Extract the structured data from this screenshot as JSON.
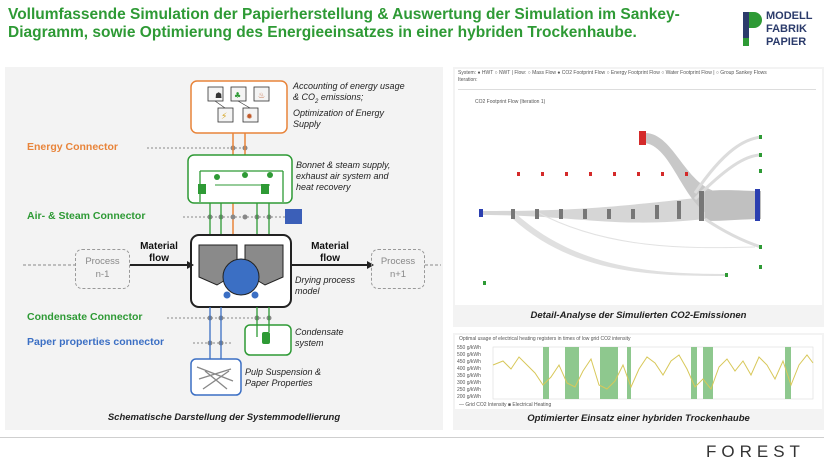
{
  "title": {
    "line1": "Vollumfassende Simulation der Papierherstellung & Auswertung der Simulation im Sankey-",
    "line2": "Diagramm, sowie Optimierung des Energieeinsatzes in einer hybriden Trockenhaube."
  },
  "logo": {
    "line1": "MODELL",
    "line2": "FABRIK",
    "line3": "PAPIER"
  },
  "left_panel": {
    "caption": "Schematische Darstellung der Systemmodellierung",
    "energy_connector": "Energy Connector",
    "air_steam_connector": "Air- & Steam Connector",
    "condensate_connector": "Condensate Connector",
    "paper_properties_connector": "Paper properties connector",
    "note_energy": {
      "l1": "Accounting of energy usage",
      "l2": "& CO",
      "l2_sub": "2",
      "l2_rest": " emissions;",
      "l3": "Optimization of Energy",
      "l4": "Supply"
    },
    "note_bonnet": {
      "l1": "Bonnet & steam supply,",
      "l2": "exhaust air system and",
      "l3": "heat recovery"
    },
    "note_drying": {
      "l1": "Drying process",
      "l2": "model"
    },
    "note_condensate": {
      "l1": "Condensate",
      "l2": "system"
    },
    "note_pulp": {
      "l1": "Pulp Suspension &",
      "l2": "Paper Properties"
    },
    "material_flow_left": {
      "l1": "Material",
      "l2": "flow"
    },
    "material_flow_right": {
      "l1": "Material",
      "l2": "flow"
    },
    "process_left": {
      "l1": "Process",
      "l2": "n-1"
    },
    "process_right": {
      "l1": "Process",
      "l2": "n+1"
    }
  },
  "sankey_panel": {
    "caption": "Detail-Analyse der Simulierten CO2-Emissionen",
    "toolbar": "System: ● HWT ○ NWT  |  Flow: ○ Mass Flow ● CO2 Footprint Flow ○ Energy Footprint Flow ○ Water Footprint Flow  |  ○ Group Sankey Flows",
    "iteration": "Iteration:",
    "chart_title": "CO2 Footprint Flow (Iteration 1)"
  },
  "timeseries_panel": {
    "caption": "Optimierter Einsatz einer hybriden Trockenhaube",
    "chart_title": "Optimal usage of electrical heating registers in times of low grid CO2 intensity",
    "legend": "— Grid CO2 Intensity   ■ Electrical Heating",
    "y_ticks": [
      "550 g/kWh",
      "500 g/kWh",
      "450 g/kWh",
      "400 g/kWh",
      "350 g/kWh",
      "300 g/kWh",
      "250 g/kWh",
      "200 g/kWh"
    ]
  },
  "footer": {
    "brand": "FOREST"
  },
  "colors": {
    "green": "#2e9a35",
    "orange": "#e8843a",
    "blue": "#3b6fc4",
    "grey": "#8a8a8a"
  }
}
